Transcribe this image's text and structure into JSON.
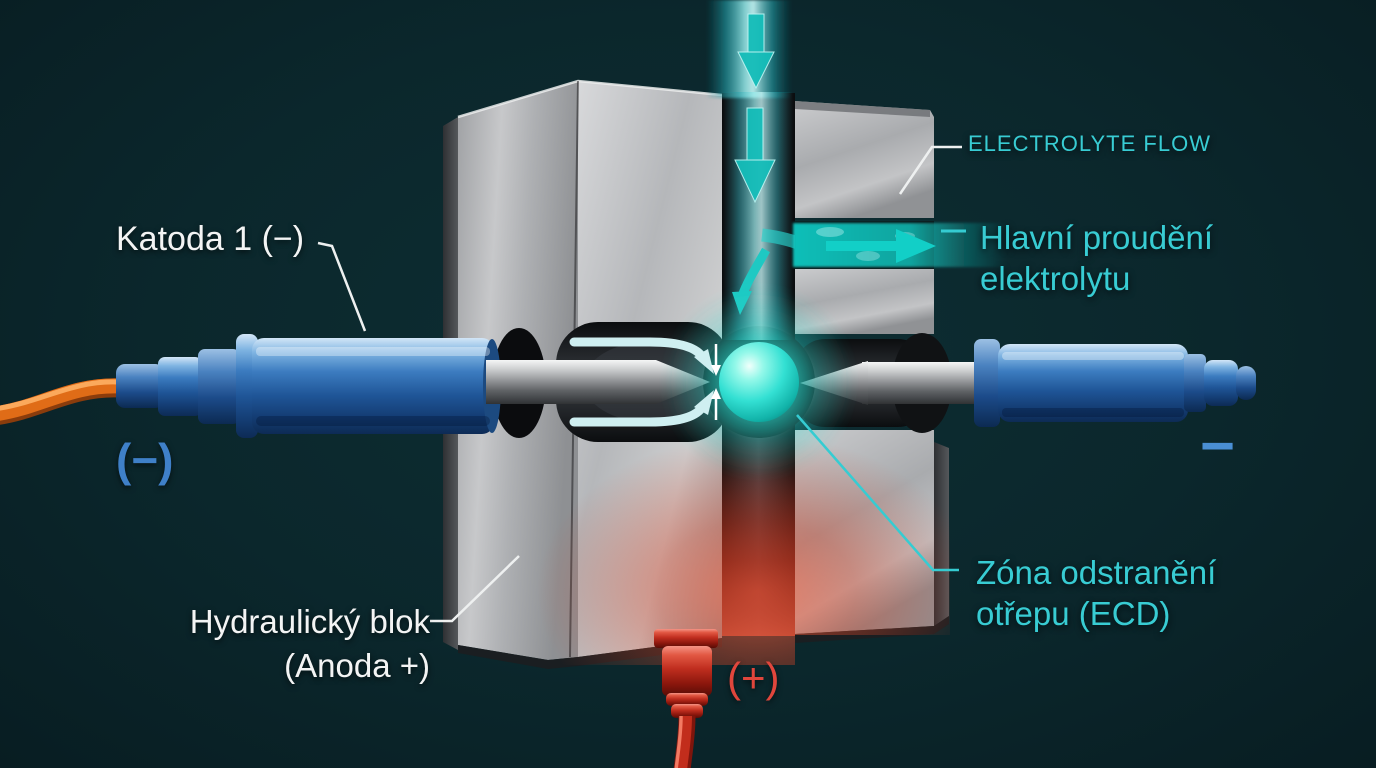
{
  "scene": {
    "background": "#0b272c",
    "colors": {
      "cyan_label": "#38ccd3",
      "flow_teal": "#17c9c1",
      "white_label": "#f3f4f4",
      "blue_polarity": "#3f80c8",
      "red_polarity": "#e0463c",
      "cathode_blue": "#2f6cb0",
      "anode_red": "#b7271c",
      "cable_orange": "#e06c17",
      "sphere_teal": "#2ae0d2",
      "steel_light": "#d6d7d9",
      "steel_dark": "#55585c"
    }
  },
  "labels": {
    "cathode1": "Katoda 1 (−)",
    "cathode1_polarity": "(−)",
    "electrolyte_flow": "ELECTROLYTE FLOW",
    "main_flow_line1": "Hlavní proudění",
    "main_flow_line2": "elektrolytu",
    "ecd_zone_line1": "Zóna odstranění",
    "ecd_zone_line2": "otřepu (ECD)",
    "hydraulic_block_line1": "Hydraulický blok",
    "hydraulic_block_line2": "(Anoda +)",
    "anode_polarity": "(+)",
    "cathode2_polarity": "−"
  }
}
